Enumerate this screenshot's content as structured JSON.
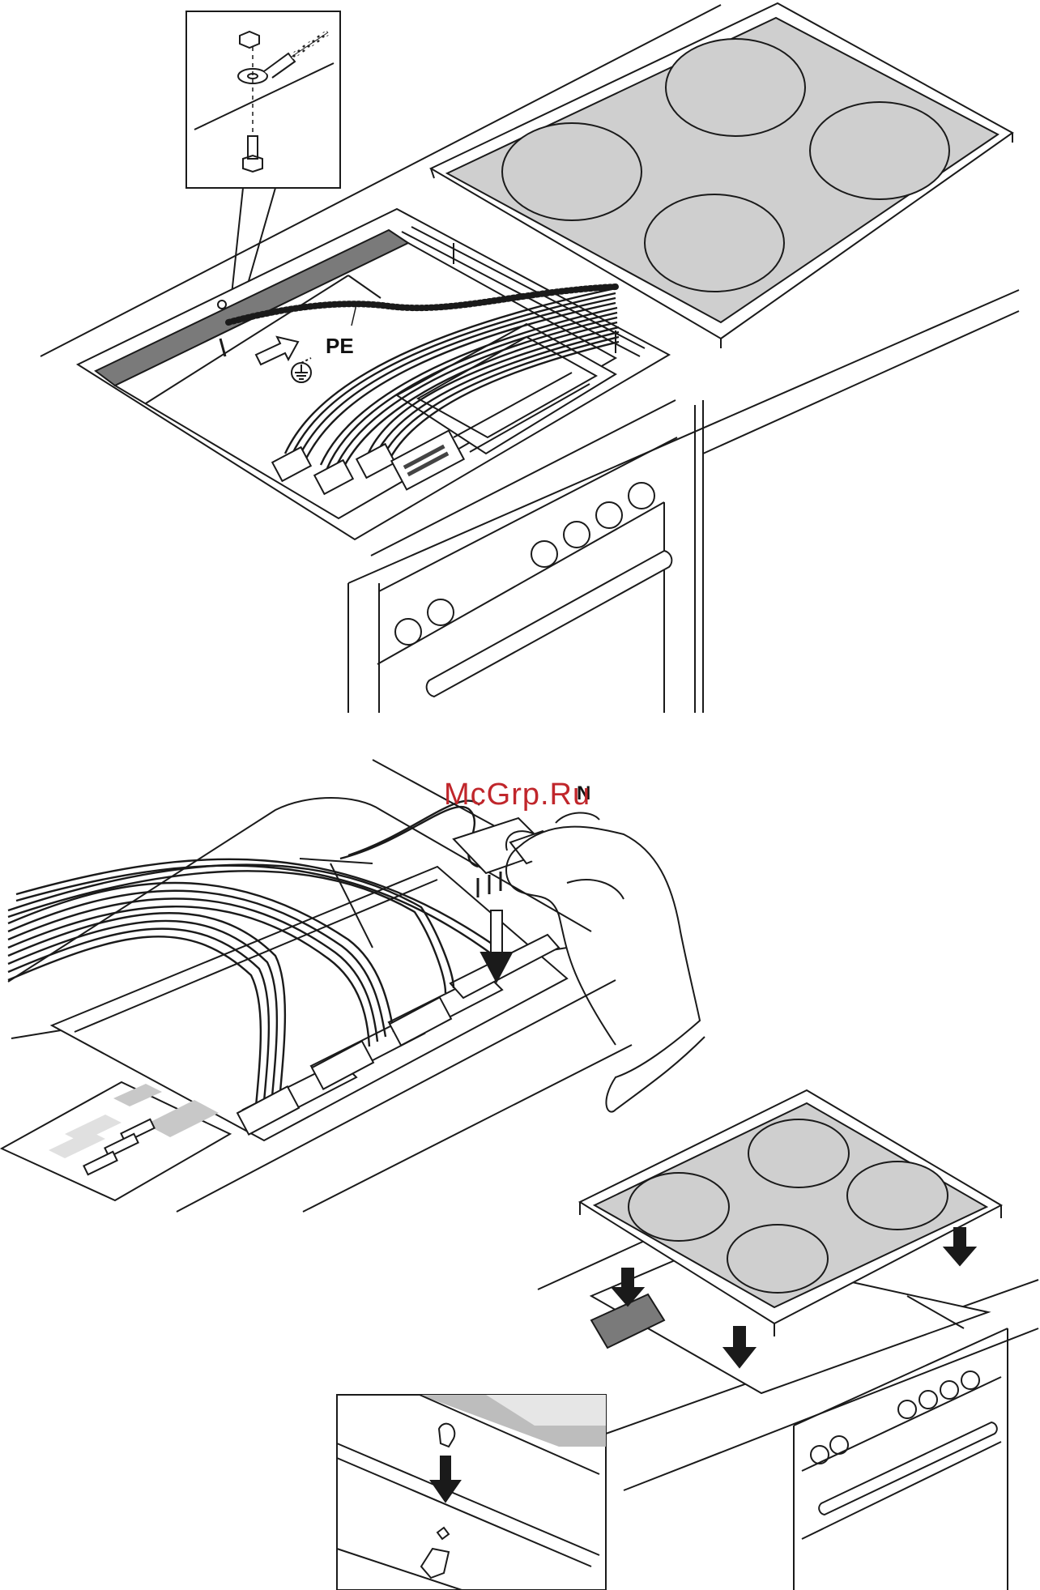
{
  "labels": {
    "pe": "PE",
    "n": "N"
  },
  "watermark": "McGrp.Ru",
  "colors": {
    "line": "#1a1a1a",
    "hob_glass": "#cfcfcf",
    "burner_ring": "#bdbdbd",
    "cut_shadow": "#7a7a7a",
    "watermark": "#c0262b"
  },
  "icons": {
    "earth": "earth-ground-symbol-icon",
    "arrow": "down-arrow-icon",
    "hand": "hand-icon"
  }
}
